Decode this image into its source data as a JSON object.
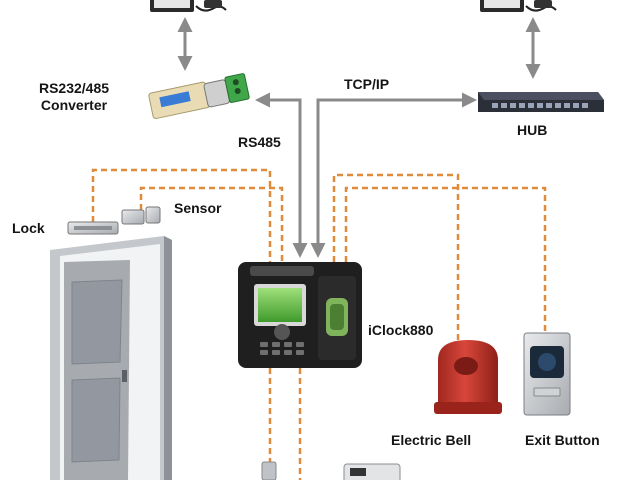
{
  "labels": {
    "converter_line1": "RS232/485",
    "converter_line2": "Converter",
    "tcpip": "TCP/IP",
    "hub": "HUB",
    "rs485": "RS485",
    "sensor": "Sensor",
    "lock": "Lock",
    "device": "iClock880",
    "bell": "Electric Bell",
    "exit_button": "Exit Button"
  },
  "colors": {
    "dashed_wire": "#e08a3c",
    "arrow": "#8a8a8a",
    "bell": "#c8362b",
    "door_frame": "#b9bcc0",
    "door_panel": "#9fa3a8",
    "device_body": "#1f1f1f",
    "hub": "#2b2f38"
  },
  "icons": {
    "pc_left": "computer-icon",
    "pc_right": "computer-icon",
    "converter": "serial-converter-icon",
    "hub": "network-switch-icon",
    "device": "fingerprint-terminal-icon",
    "bell": "bell-icon",
    "exit_button": "push-button-icon",
    "door": "door-icon",
    "lock": "lock-icon",
    "sensor": "door-sensor-icon",
    "power_supply": "power-supply-icon",
    "usb": "usb-icon"
  }
}
